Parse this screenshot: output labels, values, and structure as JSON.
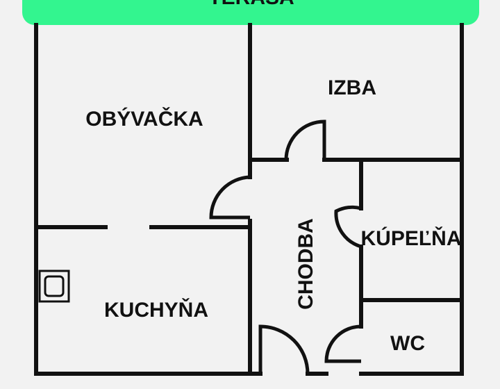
{
  "banner": {
    "label": "TERASA",
    "color": "#33f58f"
  },
  "rooms": {
    "obyvacka": "OBÝVAČKA",
    "izba": "IZBA",
    "kuchyna": "KUCHYŇA",
    "chodba": "CHODBA",
    "kupelna": "KÚPEĽŇA",
    "wc": "WC"
  },
  "colors": {
    "wall": "#111111",
    "floor": "#f2f2f2"
  },
  "icons": {
    "stove": "stove-icon"
  }
}
